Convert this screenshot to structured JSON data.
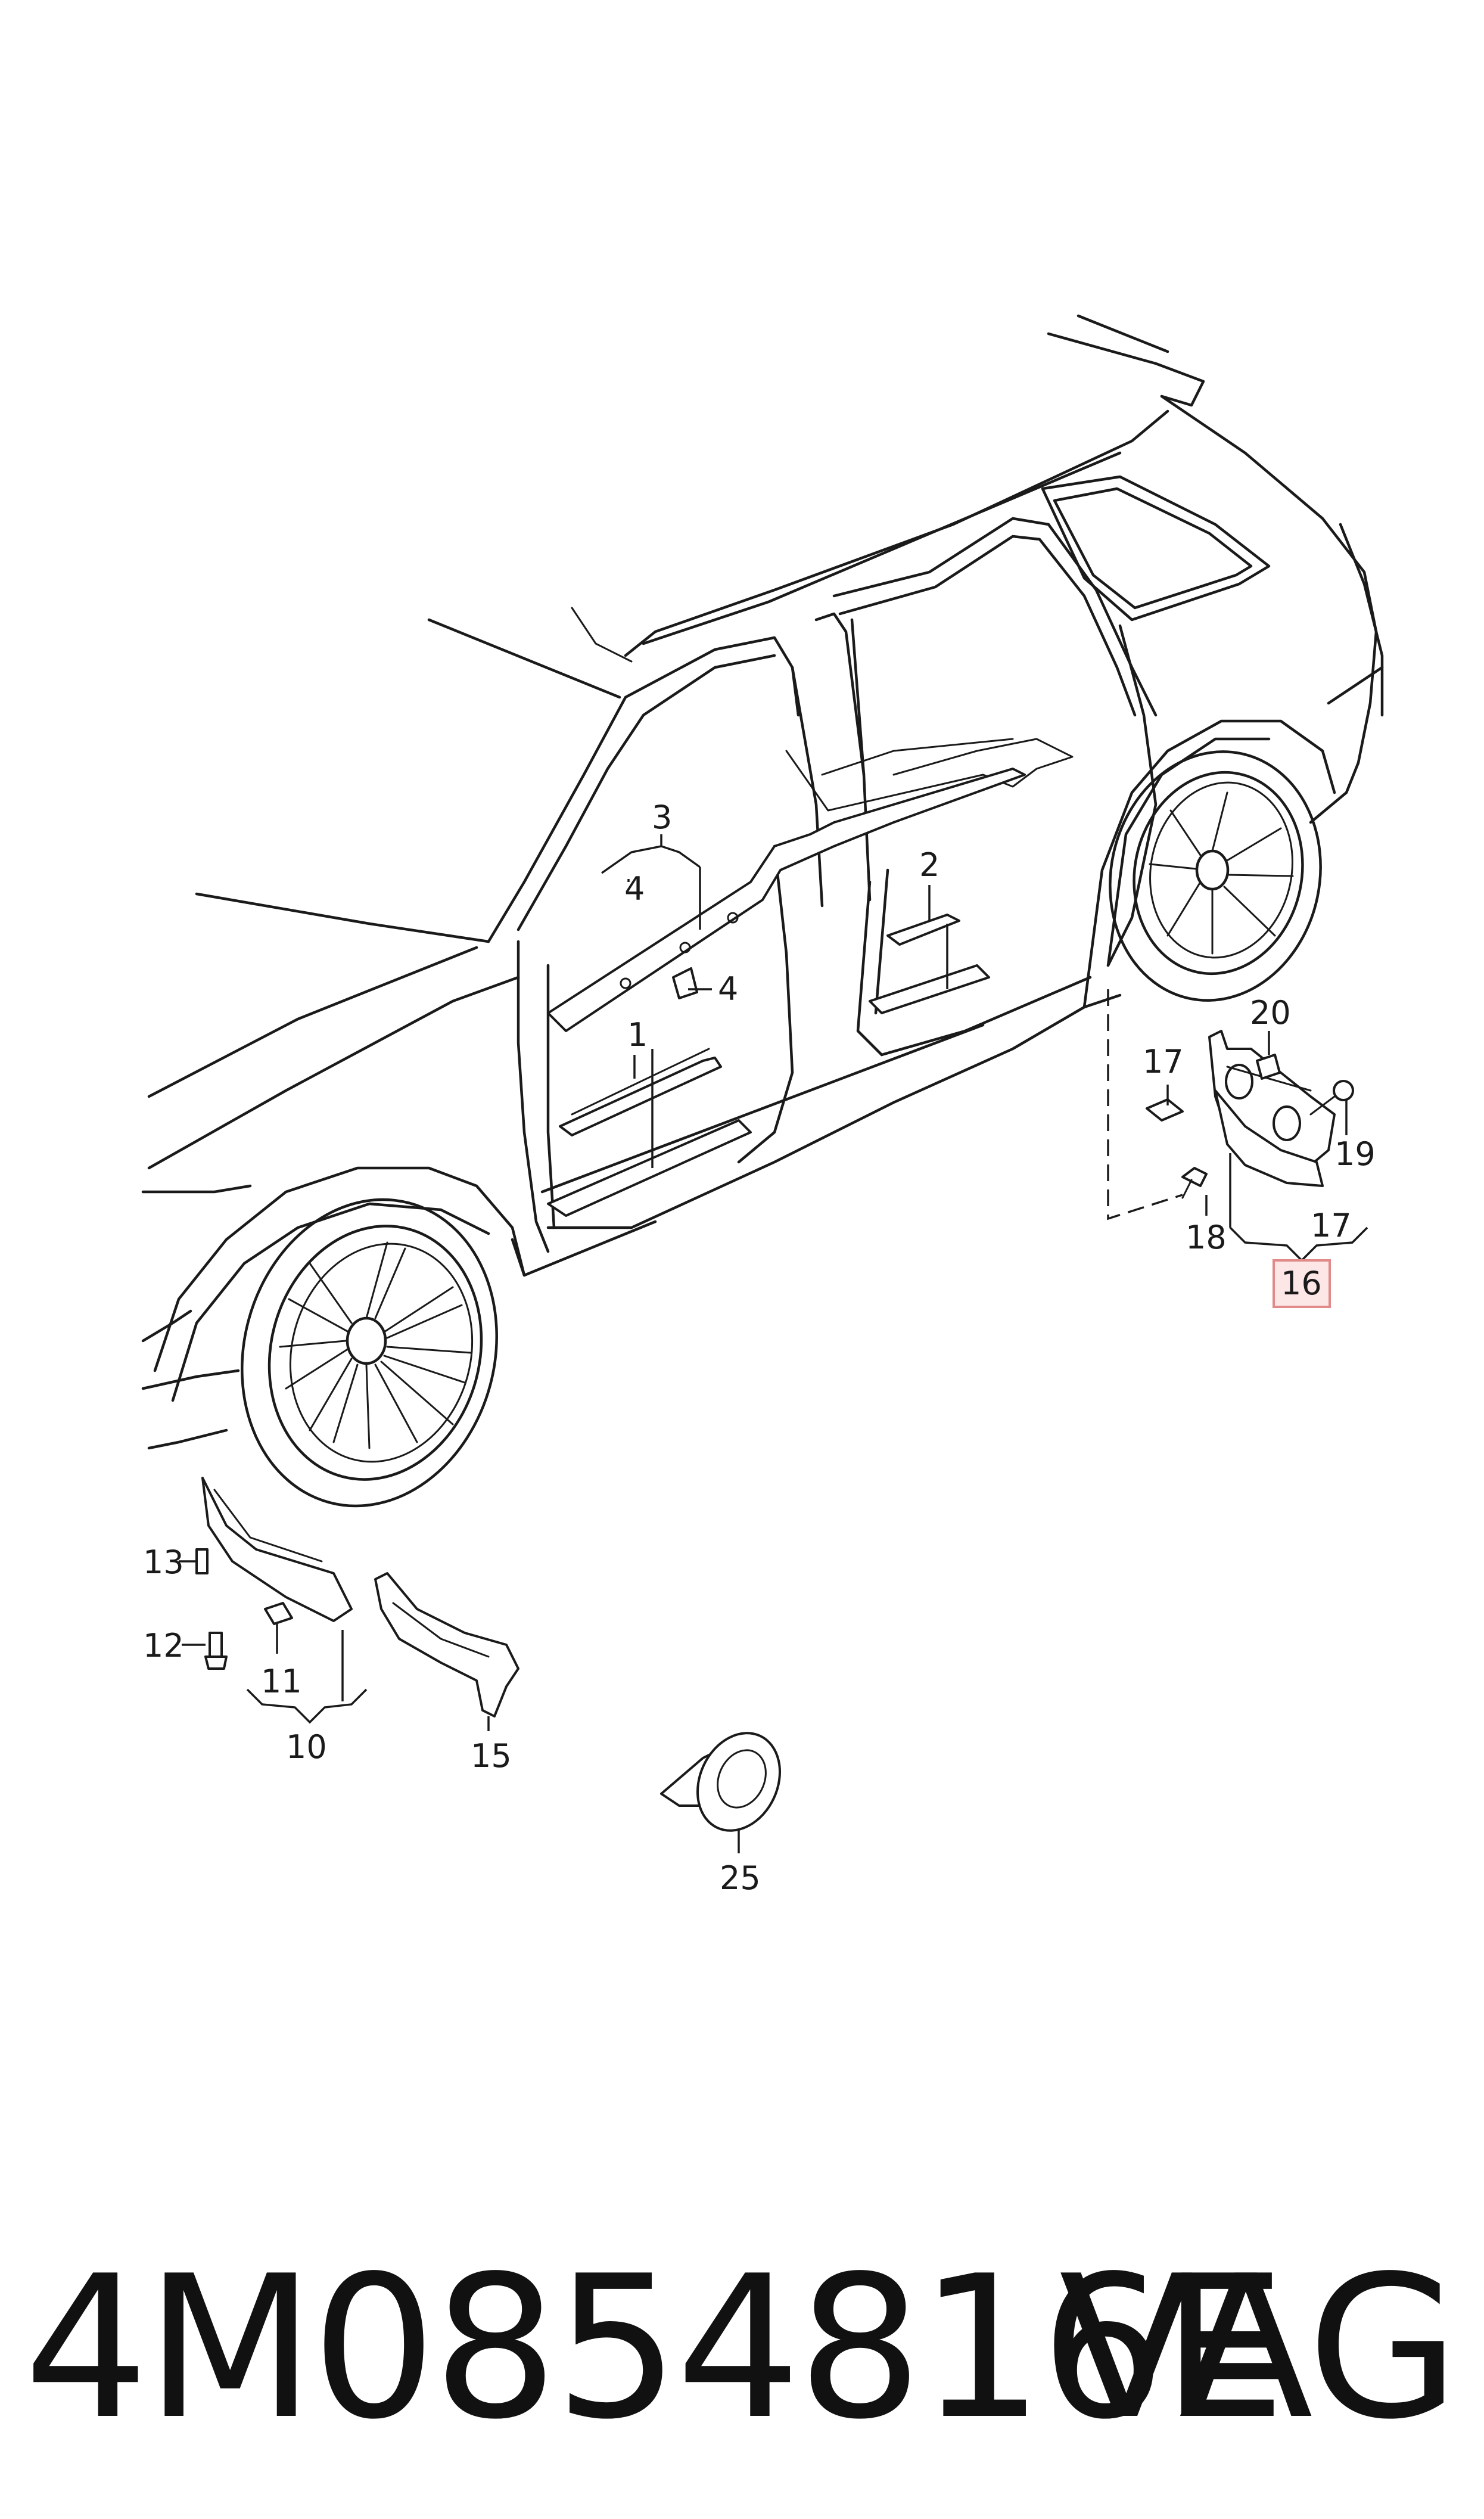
{
  "callouts": {
    "c1": "1",
    "c2": "2",
    "c3": "3",
    "c4a": "4",
    "c4b": "4",
    "c10": "10",
    "c11": "11",
    "c12": "12",
    "c13": "13",
    "c15": "15",
    "c16": "16",
    "c17a": "17",
    "c17b": "17",
    "c18": "18",
    "c19": "19",
    "c20": "20",
    "c25": "25"
  },
  "highlight_callout": "16",
  "highlight_color": "#fde6e6",
  "footer": {
    "part_number": "4M0854816E",
    "brand": "VAG"
  }
}
